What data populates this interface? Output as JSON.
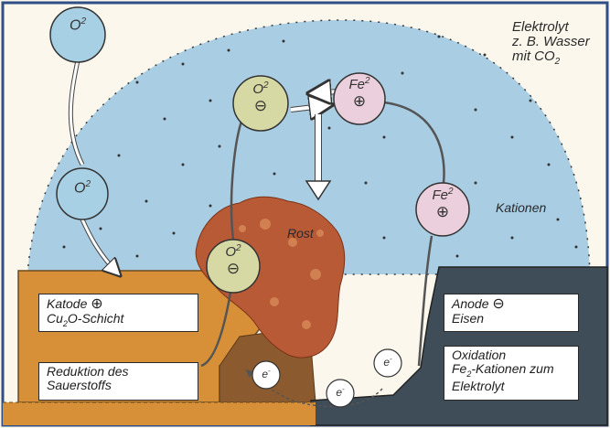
{
  "electrolyte": {
    "line1": "Elektrolyt",
    "line2": "z. B. Wasser",
    "line3_prefix": "mit CO",
    "line3_sub": "2"
  },
  "labels": {
    "kationen": "Kationen",
    "rost": "Rost"
  },
  "cathode_box": {
    "line1": "Katode",
    "line1_symbol": "⊕",
    "line2_a": "Cu",
    "line2_sub": "2",
    "line2_b": "O-Schicht"
  },
  "reduction_box": {
    "line1": "Reduktion des",
    "line2": "Sauerstoffs"
  },
  "anode_box": {
    "line1": "Anode",
    "line1_symbol": "⊖",
    "line2": "Eisen"
  },
  "oxidation_box": {
    "line1": "Oxidation",
    "line2_a": "Fe",
    "line2_sub": "2",
    "line2_b": "-Kationen zum",
    "line3": "Elektrolyt"
  },
  "particles": {
    "oxygen": "O",
    "oxygen_sup": "2",
    "iron": "Fe",
    "iron_sup": "2",
    "electron": "e",
    "electron_sup": "-",
    "plus": "⊕",
    "minus": "⊖"
  },
  "colors": {
    "electrolyte": "#a9cde3",
    "cathode_metal": "#d79038",
    "anode_metal": "#3f4d58",
    "rust": "#b85a36",
    "oxygen_blue": "#a7d0e4",
    "oxygen_ion": "#d6d9a4",
    "iron_ion": "#ebcfdc",
    "frame": "#2f4f86"
  }
}
